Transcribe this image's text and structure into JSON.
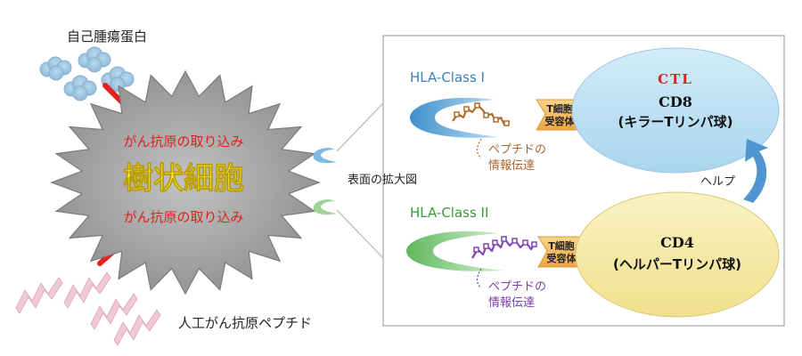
{
  "labels": {
    "autologous_tumor_protein": "自己腫瘍蛋白",
    "artificial_peptide": "人工がん抗原ペプチド",
    "antigen_uptake_top": "がん抗原の取り込み",
    "antigen_uptake_bottom": "がん抗原の取り込み",
    "dendritic_cell": "樹状細胞",
    "surface_magnified": "表面の拡大図",
    "hla_class_1": "HLA-Class I",
    "hla_class_2": "HLA-Class II",
    "tcr_line1": "T細胞",
    "tcr_line2": "受容体",
    "peptide_line1": "ペプチドの",
    "peptide_line2": "情報伝達",
    "help": "ヘルプ",
    "ctl": "CTL",
    "cd8": "CD8",
    "killer_t": "(キラーTリンパ球)",
    "cd4": "CD4",
    "helper_t": "(ヘルパーTリンパ球)"
  },
  "colors": {
    "red_text": "#e0201a",
    "yellow_text": "#fff23a",
    "class1_blue": "#5ea4d4",
    "class2_green": "#74c174",
    "peptide_brown": "#a8662f",
    "peptide_purple": "#7a3da8",
    "ctl_red": "#d42424",
    "cd8_fill": "#bfe1f3",
    "cd4_fill": "#f6eaa8",
    "tcr_orange": "#f5b95a",
    "help_arrow": "#4f95cf"
  }
}
